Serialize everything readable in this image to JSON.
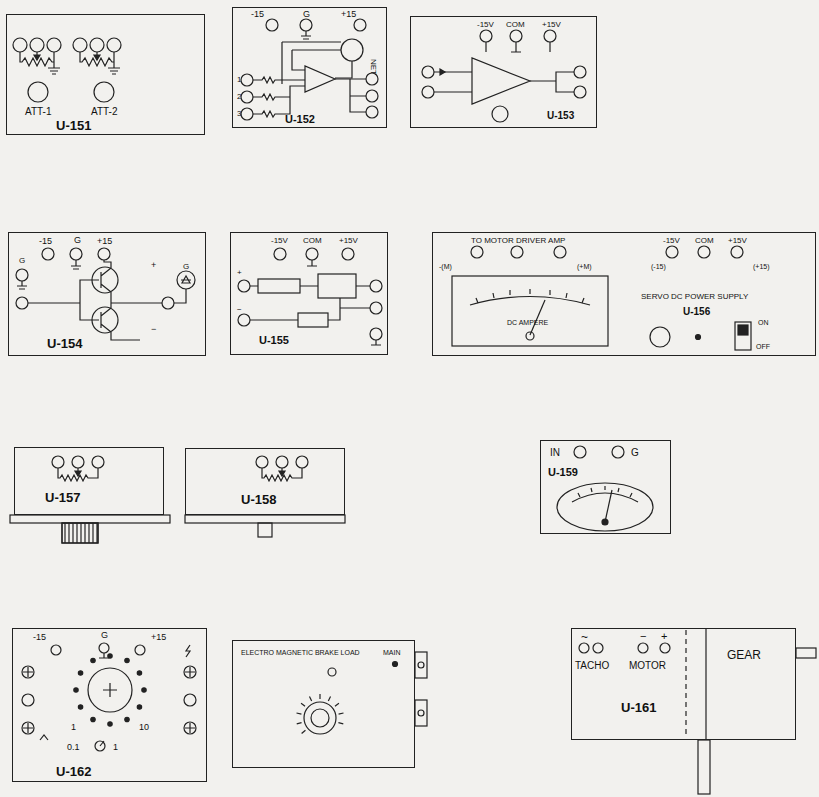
{
  "diagram": {
    "nodes": [
      {
        "text": [
          "ATT-1",
          "ATT-2",
          "U-151"
        ]
      },
      {
        "text": [
          "-15",
          "G",
          "+15",
          "1",
          "2",
          "3",
          "NET",
          "U-152"
        ]
      },
      {
        "text": [
          "-15V",
          "COM",
          "+15V",
          "U-153"
        ]
      },
      {
        "text": [
          "-15",
          "G",
          "+15",
          "G",
          "G",
          "+",
          "−",
          "U-154"
        ]
      },
      {
        "text": [
          "-15V",
          "COM",
          "+15V",
          "+",
          "−",
          "U-155"
        ]
      },
      {
        "text": [
          "TO MOTOR DRIVER AMP",
          "-(M)",
          "(+M)",
          "-15V",
          "COM",
          "+15V",
          "(-15)",
          "(+15)",
          "DC AMPERE",
          "SERVO DC POWER SUPPLY",
          "U-156",
          "ON",
          "OFF"
        ]
      },
      {
        "text": [
          "U-157"
        ]
      },
      {
        "text": [
          "U-158"
        ]
      },
      {
        "text": [
          "IN",
          "G",
          "U-159"
        ]
      },
      {
        "text": [
          "-15",
          "G",
          "+15",
          "1",
          "10",
          "0.1",
          "1",
          "U-162"
        ]
      },
      {
        "text": [
          "ELECTRO MAGNETIC BRAKE LOAD",
          "MAIN"
        ]
      },
      {
        "text": [
          "~",
          "TACHO",
          "−",
          "+",
          "MOTOR",
          "GEAR",
          "U-161"
        ]
      }
    ]
  }
}
